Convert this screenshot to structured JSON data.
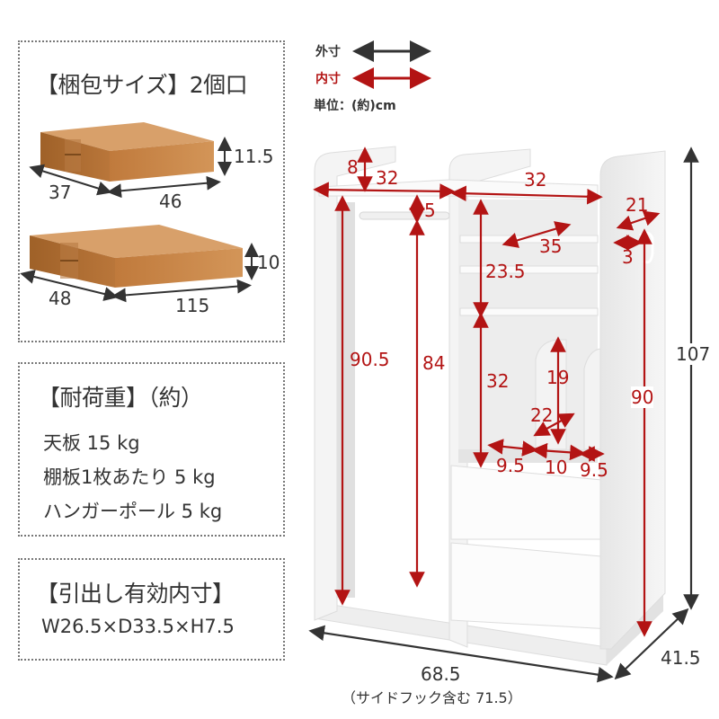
{
  "legend": {
    "outer_label": "外寸",
    "inner_label": "内寸",
    "unit_label": "単位：(約)cm",
    "outer_color": "#333333",
    "inner_color": "#b31414"
  },
  "packaging": {
    "title": "【梱包サイズ】2個口",
    "boxes": [
      {
        "depth": "37",
        "width": "46",
        "height": "11.5"
      },
      {
        "depth": "48",
        "width": "115",
        "height": "10"
      }
    ],
    "box_color": "#c98a4e"
  },
  "load_capacity": {
    "title": "【耐荷重】（約）",
    "items": [
      "天板 15 kg",
      "棚板1枚あたり 5 kg",
      "ハンガーポール 5 kg"
    ]
  },
  "drawer": {
    "title": "【引出し有効内寸】",
    "size": "W26.5×D33.5×H7.5"
  },
  "product_dimensions": {
    "outer": {
      "width": "68.5",
      "width_note": "（サイドフック含む 71.5）",
      "depth": "41.5",
      "height": "107"
    },
    "inner": {
      "top_guard_height": "8",
      "left_top_width": "32",
      "right_top_width": "32",
      "pole_gap": "5",
      "left_inner_height": "90.5",
      "pole_height": "84",
      "shelf_depth": "35",
      "shelf_gap": "23.5",
      "lower_space_height": "32",
      "divider_height": "19",
      "divider_depth": "22",
      "slot_1": "9.5",
      "slot_2": "10",
      "slot_3": "9.5",
      "hook_width": "21",
      "hook_gap": "3",
      "right_inner_height": "90"
    }
  }
}
